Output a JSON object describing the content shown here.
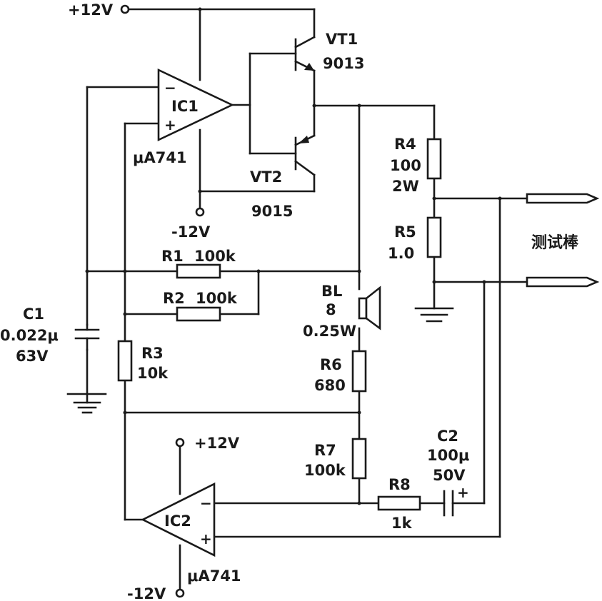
{
  "supplies": {
    "top_pos": "+12V",
    "ic1_neg": "-12V",
    "ic2_pos": "+12V",
    "ic2_neg": "-12V"
  },
  "ic1": {
    "name": "IC1",
    "part": "μA741",
    "minus": "−",
    "plus": "+"
  },
  "ic2": {
    "name": "IC2",
    "part": "μA741",
    "minus": "−",
    "plus": "+"
  },
  "vt1": {
    "name": "VT1",
    "part": "9013"
  },
  "vt2": {
    "name": "VT2",
    "part": "9015"
  },
  "r1": {
    "name": "R1",
    "value": "100k"
  },
  "r2": {
    "name": "R2",
    "value": "100k"
  },
  "r3": {
    "name": "R3",
    "value": "10k"
  },
  "r4": {
    "name": "R4",
    "value": "100",
    "power": "2W"
  },
  "r5": {
    "name": "R5",
    "value": "1.0"
  },
  "r6": {
    "name": "R6",
    "value": "680"
  },
  "r7": {
    "name": "R7",
    "value": "100k"
  },
  "r8": {
    "name": "R8",
    "value": "1k"
  },
  "c1": {
    "name": "C1",
    "value": "0.022μ",
    "voltage": "63V"
  },
  "c2": {
    "name": "C2",
    "value": "100μ",
    "voltage": "50V",
    "polarity": "+"
  },
  "bl": {
    "name": "BL",
    "value": "8",
    "power": "0.25W"
  },
  "probe": {
    "label": "测试棒"
  }
}
